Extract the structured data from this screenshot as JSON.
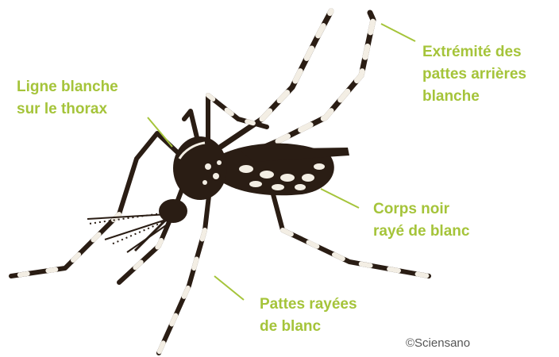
{
  "labels": {
    "thorax": {
      "line1": "Ligne blanche",
      "line2": "sur le thorax"
    },
    "hind_legs": {
      "line1": "Extrémité des",
      "line2": "pattes arrières",
      "line3": "blanche"
    },
    "body": {
      "line1": "Corps noir",
      "line2": "rayé de blanc"
    },
    "legs": {
      "line1": "Pattes rayées",
      "line2": "de blanc"
    }
  },
  "credit": "©Sciensano",
  "colors": {
    "accent": "#a5c43a",
    "insect": "#2a1d14",
    "stripe": "#f3eee4"
  }
}
